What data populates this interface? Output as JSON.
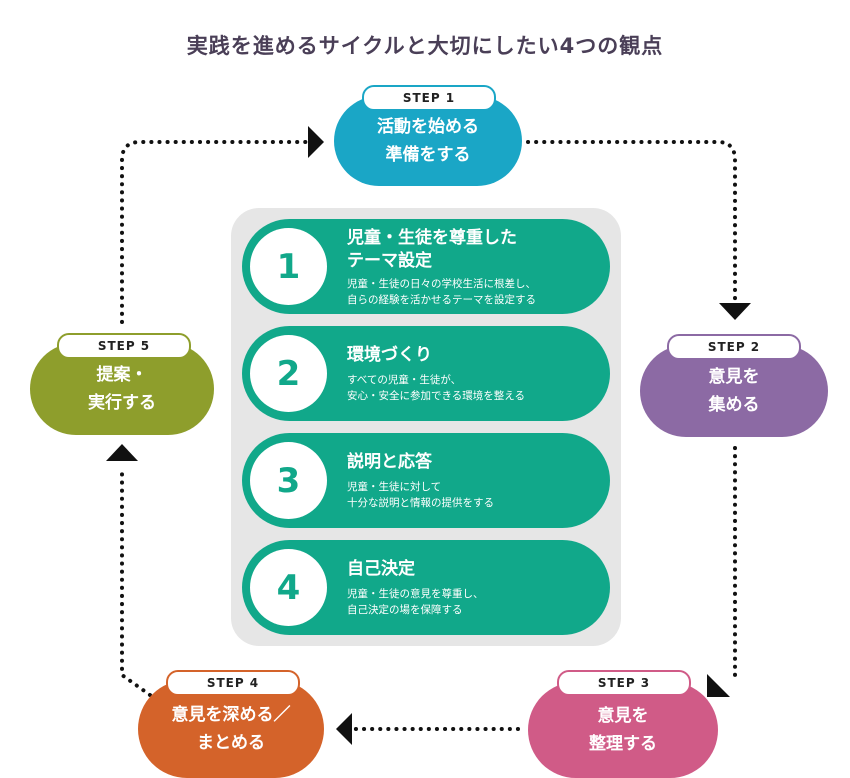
{
  "title": "実践を進めるサイクルと大切にしたい4つの観点",
  "colors": {
    "step1": "#1aa6c6",
    "step2": "#8c6aa4",
    "step3": "#d05b87",
    "step4": "#d4632a",
    "step5": "#8e9e2c",
    "points": "#11a88a",
    "panel": "#e6e6e6"
  },
  "steps": [
    {
      "tag": "STEP 1",
      "line1": "活動を始める",
      "line2": "準備をする"
    },
    {
      "tag": "STEP 2",
      "line1": "意見を",
      "line2": "集める"
    },
    {
      "tag": "STEP 3",
      "line1": "意見を",
      "line2": "整理する"
    },
    {
      "tag": "STEP 4",
      "line1": "意見を深める／",
      "line2": "まとめる"
    },
    {
      "tag": "STEP 5",
      "line1": "提案・",
      "line2": "実行する"
    }
  ],
  "points": [
    {
      "num": "1",
      "title1": "児童・生徒を尊重した",
      "title2": "テーマ設定",
      "desc1": "児童・生徒の日々の学校生活に根差し、",
      "desc2": "自らの経験を活かせるテーマを設定する"
    },
    {
      "num": "2",
      "title1": "環境づくり",
      "desc1": "すべての児童・生徒が、",
      "desc2": "安心・安全に参加できる環境を整える"
    },
    {
      "num": "3",
      "title1": "説明と応答",
      "desc1": "児童・生徒に対して",
      "desc2": "十分な説明と情報の提供をする"
    },
    {
      "num": "4",
      "title1": "自己決定",
      "desc1": "児童・生徒の意見を尊重し、",
      "desc2": "自己決定の場を保障する"
    }
  ]
}
